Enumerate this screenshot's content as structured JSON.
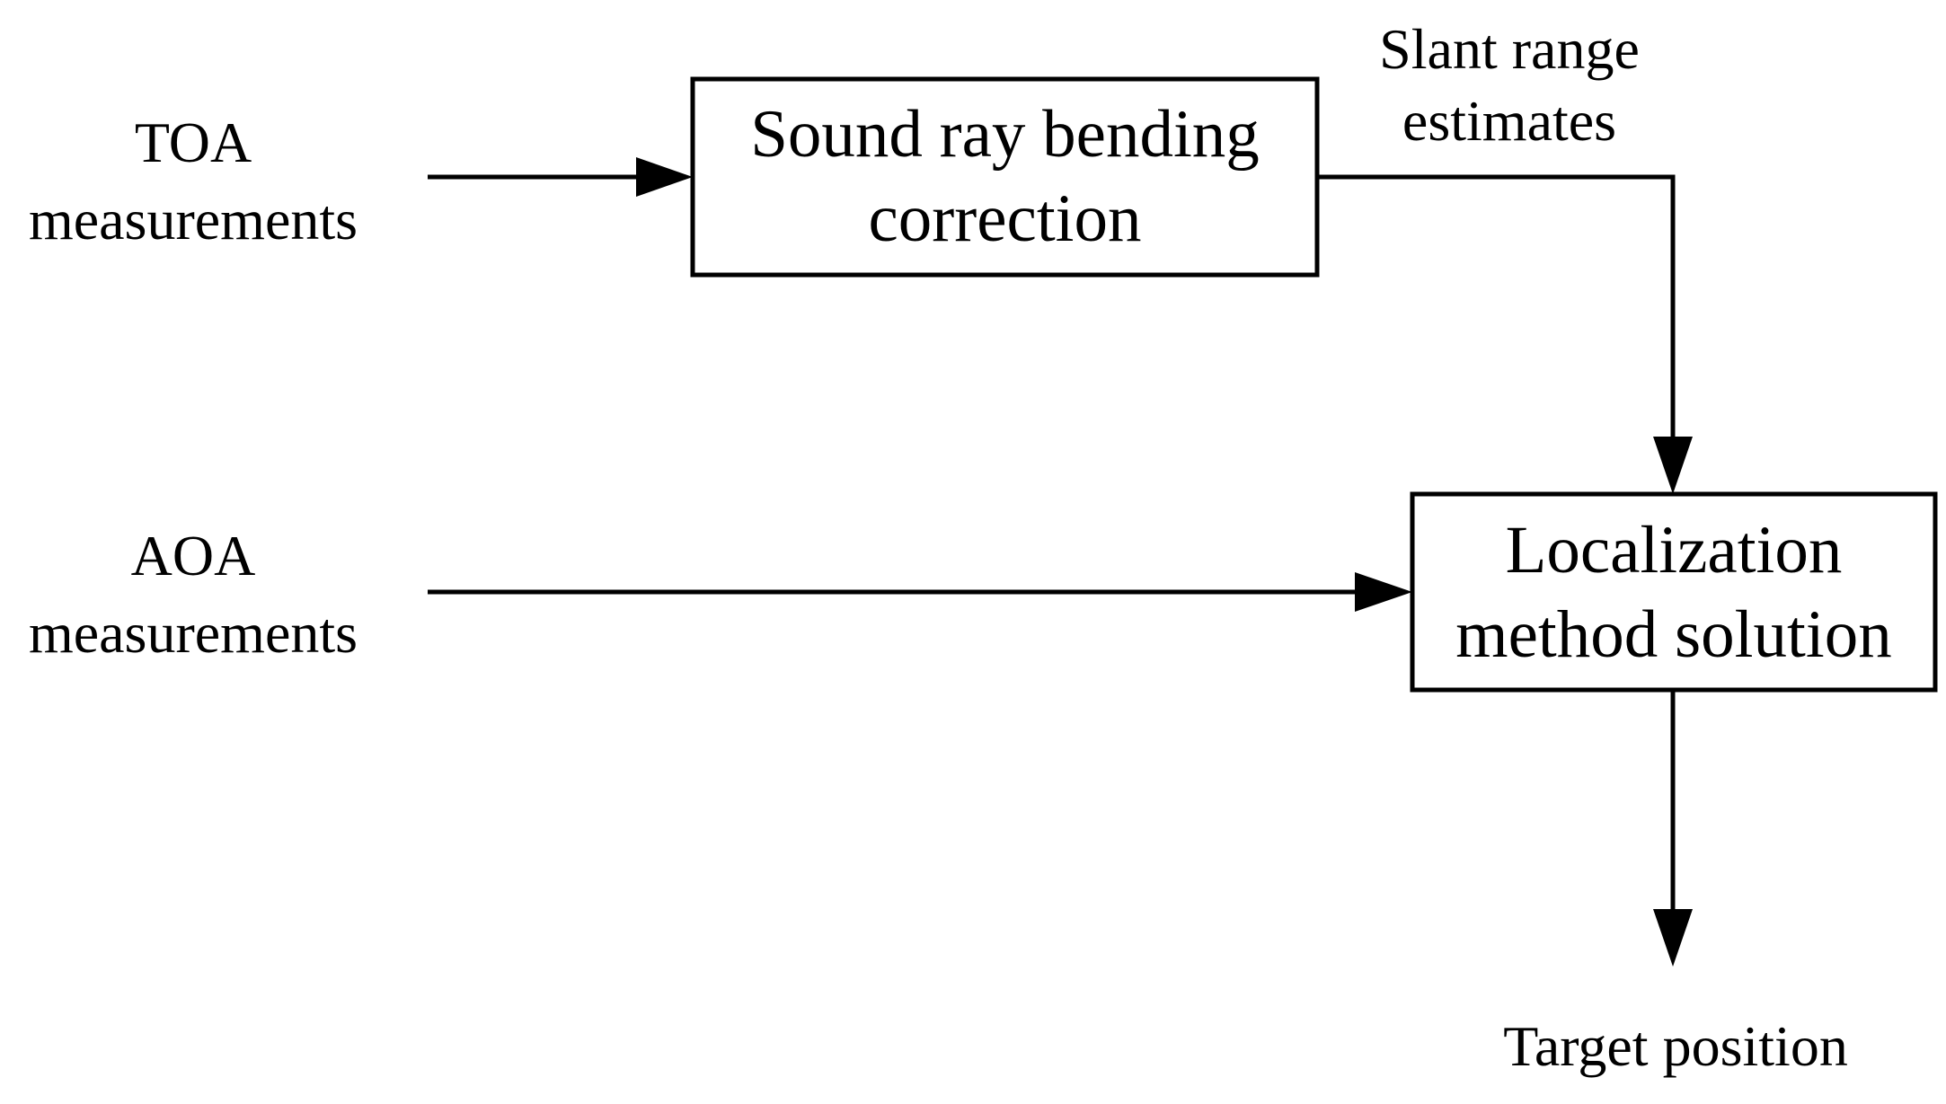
{
  "diagram": {
    "inputs": {
      "toa": [
        "TOA",
        "measurements"
      ],
      "aoa": [
        "AOA",
        "measurements"
      ]
    },
    "boxes": {
      "sound_ray": [
        "Sound ray bending",
        "correction"
      ],
      "localization": [
        "Localization",
        "method solution"
      ]
    },
    "edge_labels": {
      "slant_range": [
        "Slant range",
        "estimates"
      ]
    },
    "output": {
      "target": "Target position"
    },
    "colors": {
      "stroke": "#000000",
      "background": "#ffffff"
    }
  }
}
